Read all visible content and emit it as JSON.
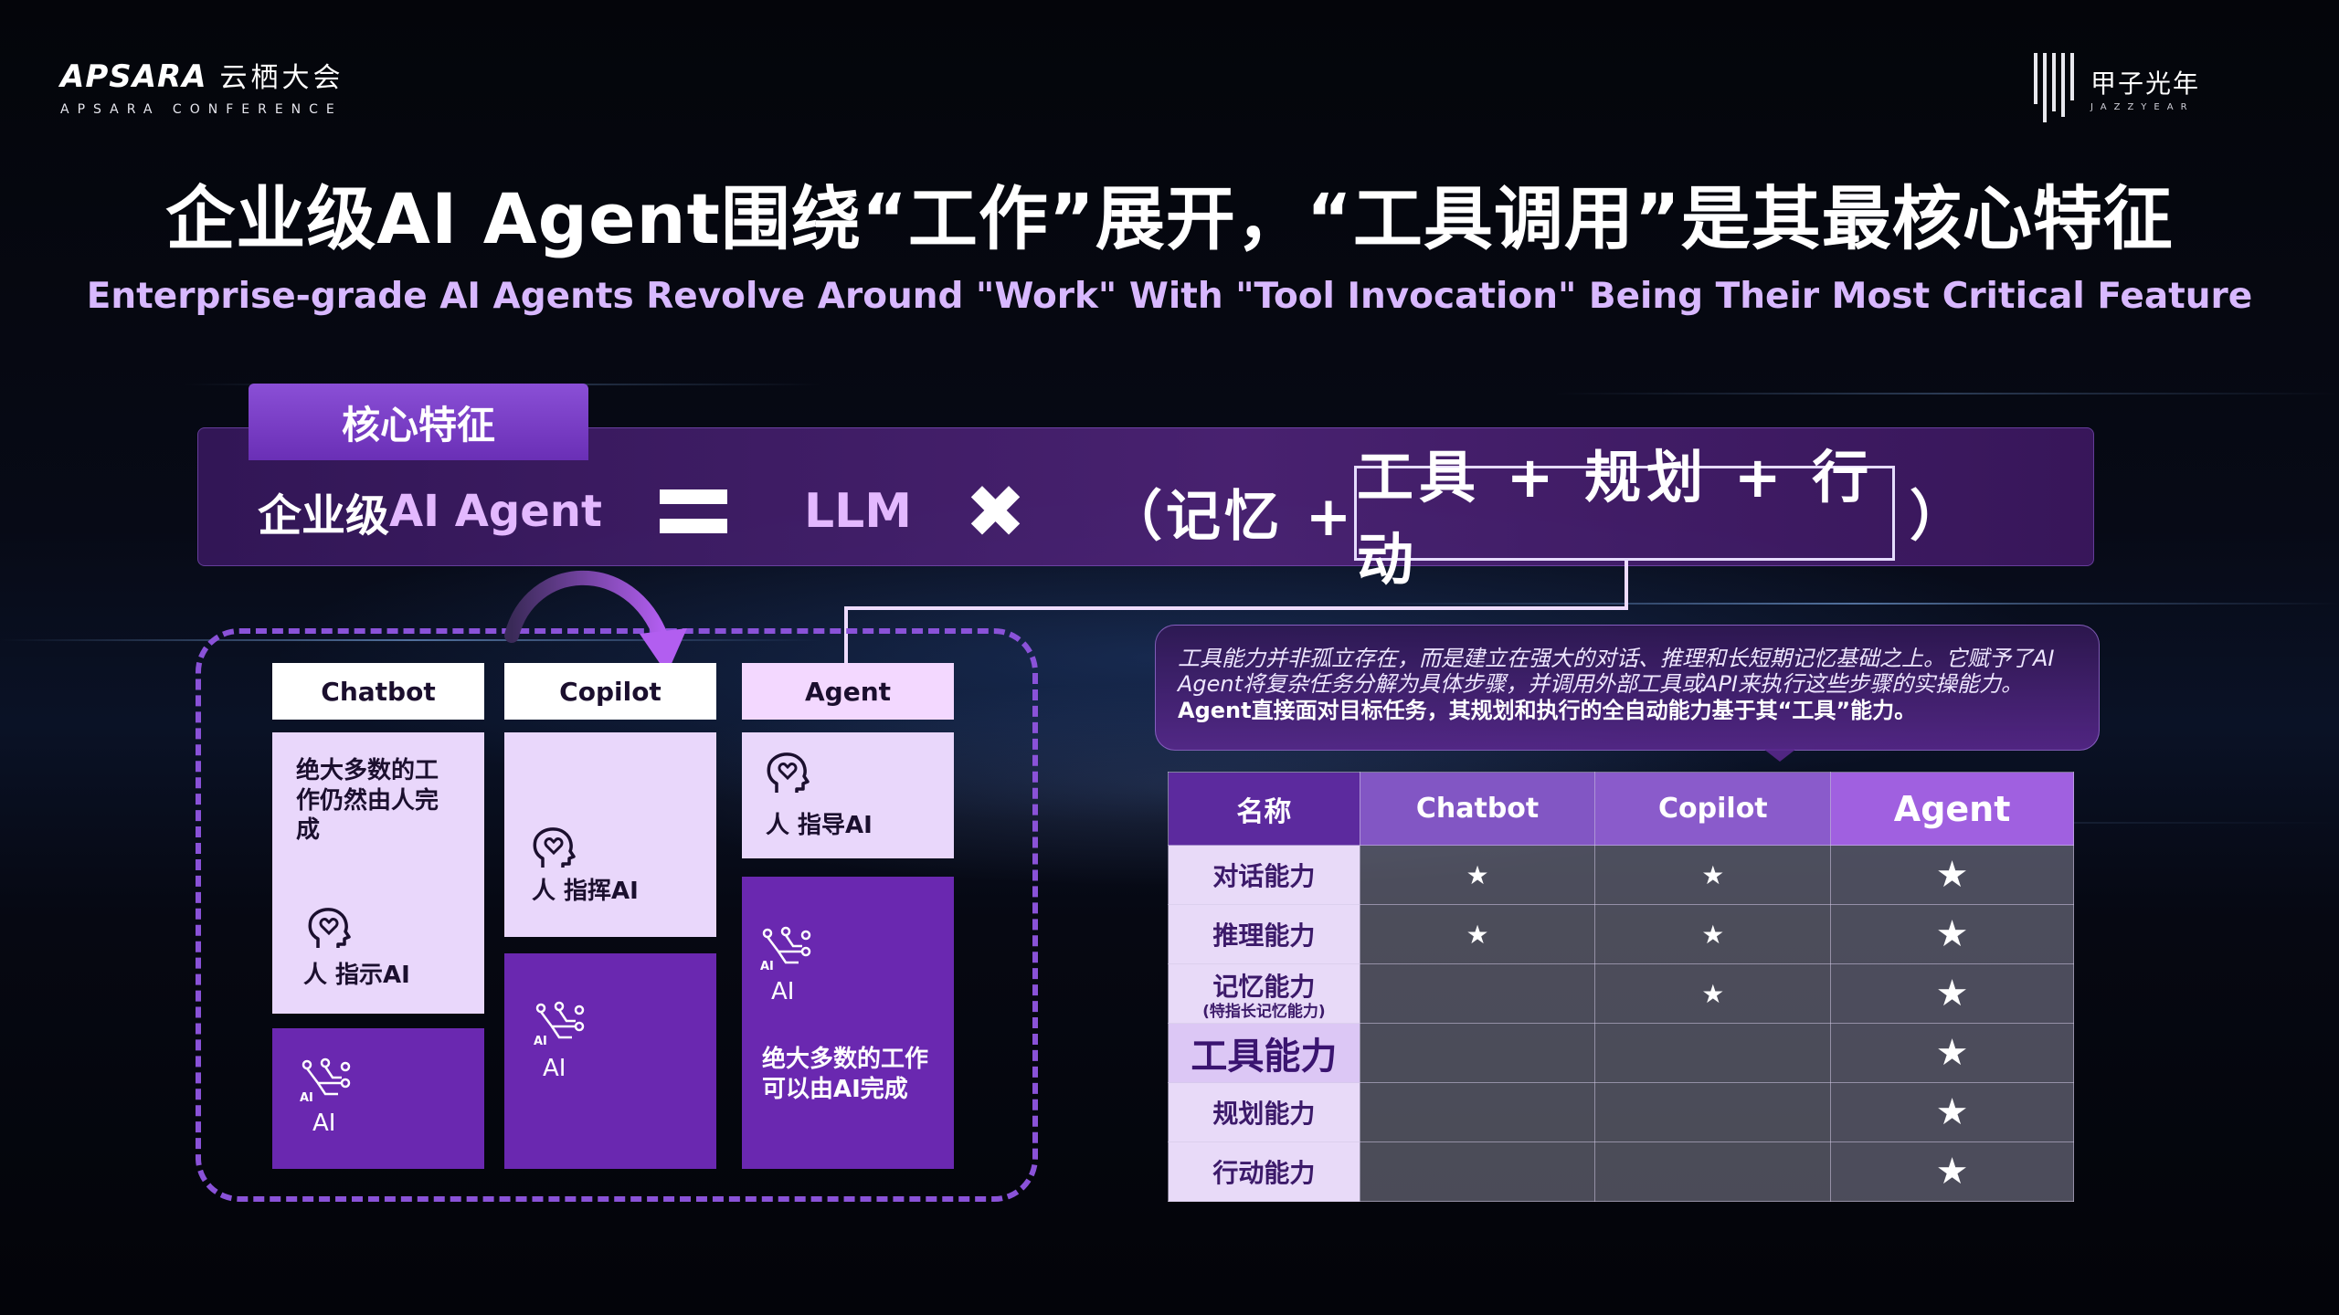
{
  "logos": {
    "apsara_en": "APSARA",
    "apsara_cn": "云栖大会",
    "apsara_sub": "APSARA CONFERENCE",
    "jazzyear_cn": "甲子光年",
    "jazzyear_en": "JAZZYEAR"
  },
  "title": "企业级AI Agent围绕“工作”展开，“工具调用”是其最核心特征",
  "subtitle": "Enterprise-grade AI Agents Revolve Around \"Work\" With \"Tool Invocation\" Being Their Most Critical Feature",
  "formula": {
    "tab": "核心特征",
    "lhs_prefix": "企业级",
    "lhs_highlight": "AI Agent",
    "llm": "LLM",
    "times": "✖",
    "memory": "（记忆 +",
    "tools": "工具 + 规划 + 行动",
    "close": "）"
  },
  "columns": {
    "chatbot": {
      "label": "Chatbot",
      "top_text": "绝大多数的工作仍然由人完成",
      "human_label": "人 指示AI",
      "ai_label": "AI"
    },
    "copilot": {
      "label": "Copilot",
      "human_label": "人 指挥AI",
      "ai_label": "AI"
    },
    "agent": {
      "label": "Agent",
      "human_label": "人 指导AI",
      "ai_label": "AI",
      "bottom_text": "绝大多数的工作可以由AI完成"
    }
  },
  "description": {
    "line1": "工具能力并非孤立存在，而是建立在强大的对话、推理和长短期记忆基础之上。它赋予了AI Agent将复杂任务分解为具体步骤，并调用外部工具或API来执行这些步骤的实操能力。",
    "line2": "Agent直接面对目标任务，其规划和执行的全自动能力基于其“工具”能力。"
  },
  "table": {
    "headers": [
      "名称",
      "Chatbot",
      "Copilot",
      "Agent"
    ],
    "rows": [
      {
        "name": "对话能力",
        "note": "",
        "chatbot": "★",
        "copilot": "★",
        "agent": "★"
      },
      {
        "name": "推理能力",
        "note": "",
        "chatbot": "★",
        "copilot": "★",
        "agent": "★"
      },
      {
        "name": "记忆能力",
        "note": "(特指长记忆能力)",
        "chatbot": "",
        "copilot": "★",
        "agent": "★"
      },
      {
        "name": "工具能力",
        "note": "",
        "chatbot": "",
        "copilot": "",
        "agent": "★"
      },
      {
        "name": "规划能力",
        "note": "",
        "chatbot": "",
        "copilot": "",
        "agent": "★"
      },
      {
        "name": "行动能力",
        "note": "",
        "chatbot": "",
        "copilot": "",
        "agent": "★"
      }
    ]
  },
  "colors": {
    "accent_purple": "#6a28b0",
    "light_purple": "#e9d7fb",
    "highlight_text": "#e3b8ff"
  }
}
